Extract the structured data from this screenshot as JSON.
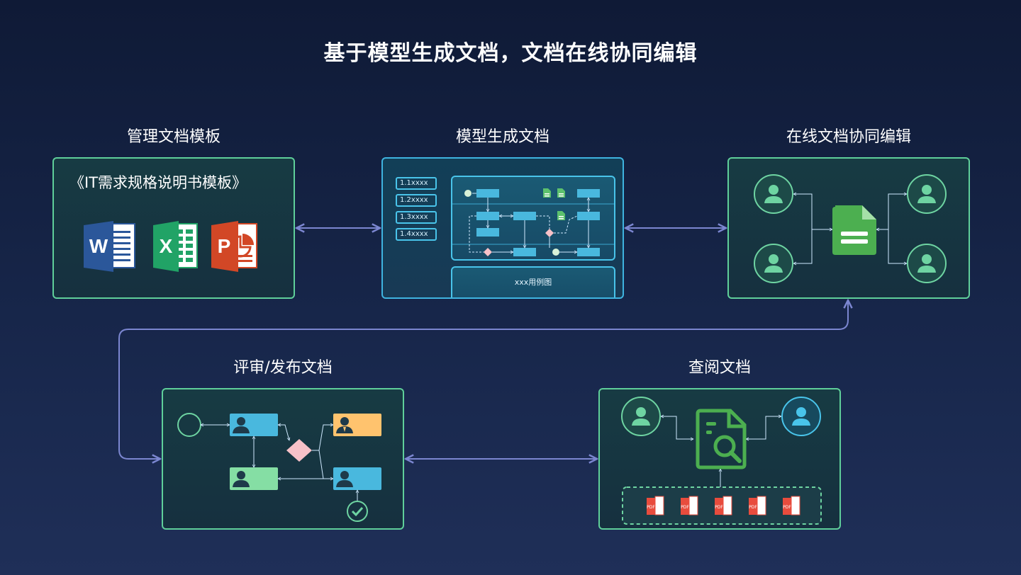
{
  "title": "基于模型生成文档，文档在线协同编辑",
  "stages": {
    "manage": {
      "title": "管理文档模板",
      "template_name": "《IT需求规格说明书模板》",
      "icons": [
        "word-icon",
        "excel-icon",
        "powerpoint-icon"
      ]
    },
    "generate": {
      "title": "模型生成文档",
      "toc": [
        "1.1xxxx",
        "1.2xxxx",
        "1.3xxxx",
        "1.4xxxx"
      ],
      "usecase_label": "xxx用例图"
    },
    "collab": {
      "title": "在线文档协同编辑"
    },
    "review": {
      "title": "评审/发布文档"
    },
    "view": {
      "title": "查阅文档",
      "pdf_label": "PDF",
      "pdf_count": 5
    }
  },
  "colors": {
    "green": "#5fcf9a",
    "blue": "#3fb4e0",
    "connector": "#7b86d0",
    "word": "#2b579a",
    "excel": "#21a366",
    "powerpoint": "#d24726",
    "doc": "#4caf50",
    "pdf": "#e84c3d",
    "diamond": "#f7c1c8",
    "orange": "#ffc36e"
  }
}
